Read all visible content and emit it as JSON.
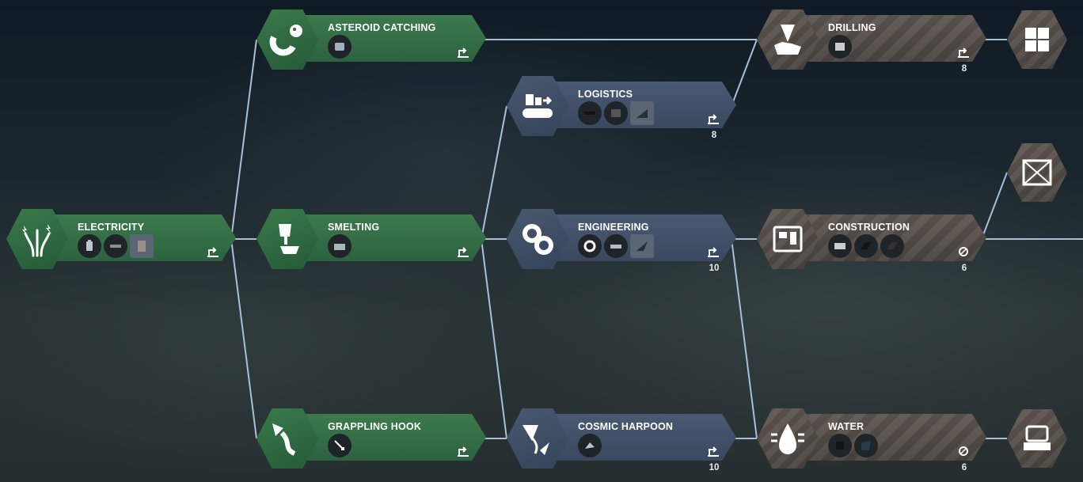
{
  "nodes": {
    "electricity": {
      "title": "ELECTRICITY",
      "icon": "lightning-cable-icon",
      "items": [
        "battery-icon",
        "cable-icon",
        "panel-icon"
      ]
    },
    "asteroid_catching": {
      "title": "ASTEROID CATCHING",
      "icon": "magnet-asteroid-icon",
      "items": [
        "catcher-icon"
      ]
    },
    "smelting": {
      "title": "SMELTING",
      "icon": "crucible-icon",
      "items": [
        "smelter-icon"
      ]
    },
    "grappling_hook": {
      "title": "GRAPPLING HOOK",
      "icon": "grapple-icon",
      "items": [
        "hook-icon"
      ]
    },
    "logistics": {
      "title": "LOGISTICS",
      "icon": "conveyor-icon",
      "items": [
        "belt-icon",
        "machine-icon",
        "ramp-icon"
      ],
      "cost": "8"
    },
    "engineering": {
      "title": "ENGINEERING",
      "icon": "gears-icon",
      "items": [
        "gear-part-icon",
        "pipe-icon",
        "wing-icon"
      ],
      "cost": "10"
    },
    "cosmic_harpoon": {
      "title": "COSMIC HARPOON",
      "icon": "harpoon-icon",
      "items": [
        "harpoon-part-icon"
      ],
      "cost": "10"
    },
    "drilling": {
      "title": "DRILLING",
      "icon": "drill-icon",
      "items": [
        "drill-part-icon"
      ],
      "cost": "8"
    },
    "construction": {
      "title": "CONSTRUCTION",
      "icon": "blueprint-icon",
      "items": [
        "crate-icon",
        "plate-icon",
        "grid-plate-icon"
      ],
      "cost": "6"
    },
    "water": {
      "title": "WATER",
      "icon": "water-drop-icon",
      "items": [
        "pump-icon",
        "tank-icon"
      ],
      "cost": "6"
    }
  },
  "edge_nodes": [
    "puzzle-icon",
    "frame-icon",
    "h2o-tank-icon"
  ],
  "colors": {
    "unlocked": "#2f6a44",
    "available": "#3f4e66",
    "locked": "#524a46",
    "line": "#a9bfd6"
  }
}
